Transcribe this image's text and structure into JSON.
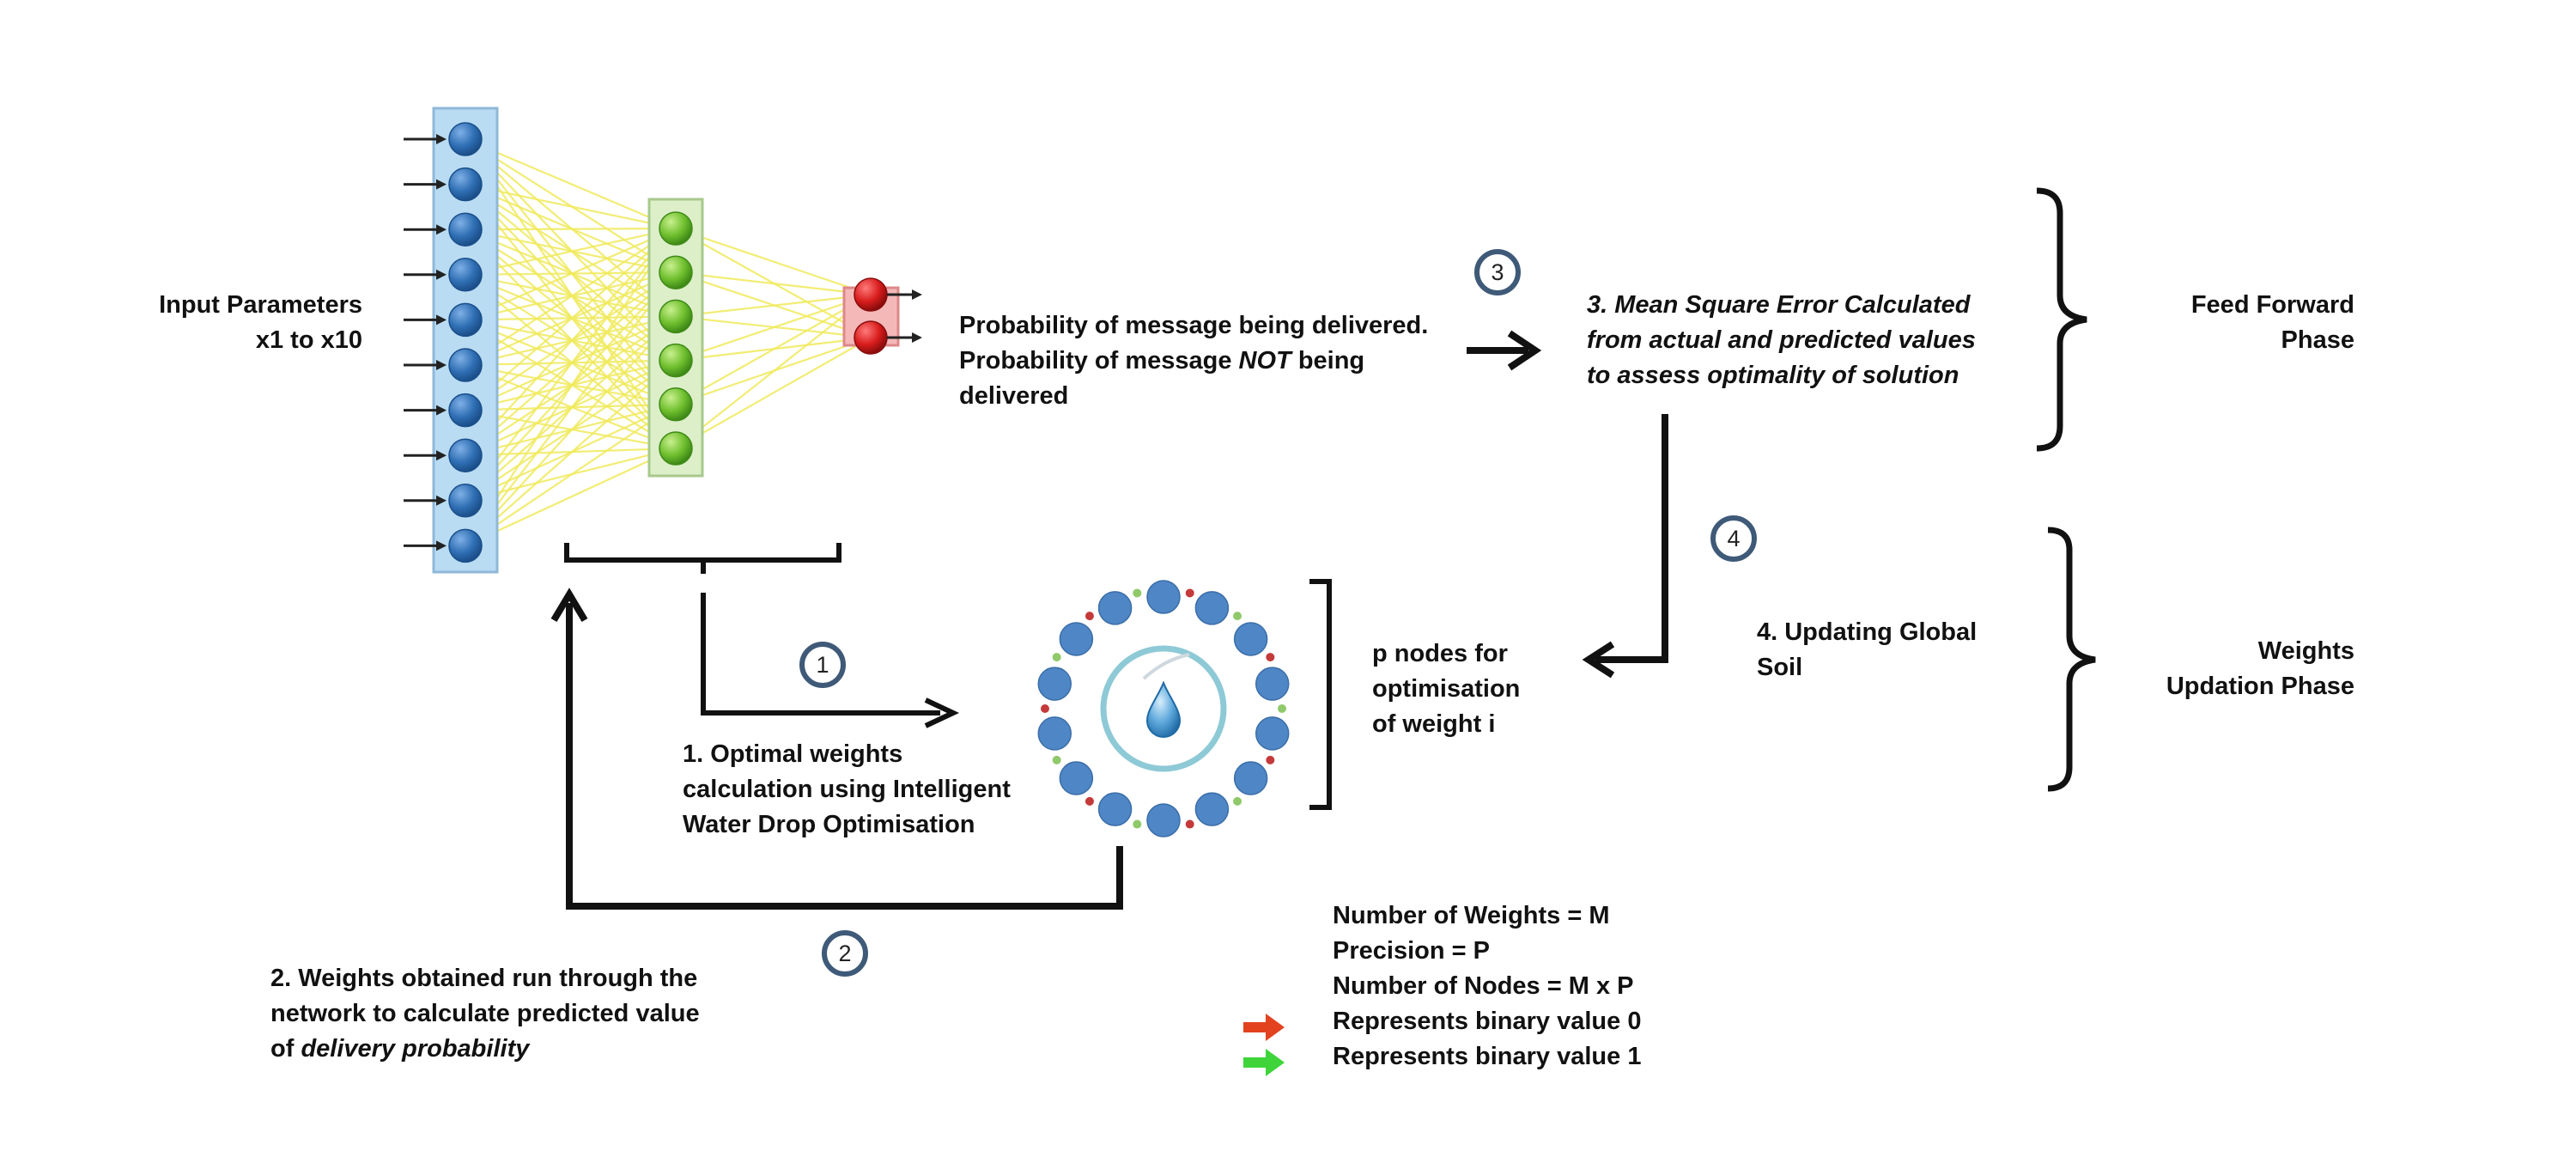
{
  "input": {
    "line1": "Input Parameters",
    "line2": "x1 to x10",
    "node_count": 10
  },
  "hidden": {
    "node_count": 6
  },
  "output": {
    "node_count": 2,
    "line1": "Probability of message being delivered.",
    "line2_pre": "Probability of message ",
    "line2_ital": "NOT",
    "line2_post": " being",
    "line3": "delivered"
  },
  "steps": [
    {
      "badge": "1",
      "lines": [
        "1. Optimal weights",
        "calculation using Intelligent",
        "Water Drop Optimisation"
      ]
    },
    {
      "badge": "2",
      "line1": "2. Weights obtained run through the",
      "line2": "network to calculate predicted value",
      "line3_pre": "of ",
      "line3_ital": "delivery probability"
    },
    {
      "badge": "3",
      "lines": [
        "3. Mean Square Error Calculated",
        "from actual and predicted values",
        "to assess optimality of solution"
      ]
    },
    {
      "badge": "4",
      "lines": [
        "4. Updating Global",
        "Soil"
      ]
    }
  ],
  "p_nodes": {
    "lines": [
      "p nodes for",
      "optimisation",
      "of weight i"
    ]
  },
  "phases": {
    "feed_forward": [
      "Feed Forward",
      "Phase"
    ],
    "weights_update": [
      "Weights",
      "Updation Phase"
    ]
  },
  "legend": {
    "lines": [
      "Number of Weights = M",
      "Precision = P",
      "Number of Nodes = M x P"
    ],
    "red_label": "Represents binary value 0",
    "green_label": "Represents binary value 1"
  },
  "colors": {
    "input_panel": "#b9dcf3",
    "input_node": "#2f6fb4",
    "hidden_panel": "#dcefc9",
    "hidden_node": "#6fbf2e",
    "output_panel": "#f4b8b8",
    "output_node": "#d81c1c",
    "connection": "#f0ea5c",
    "ring_node": "#4f86c6",
    "arrow_red": "#e2431e",
    "arrow_green": "#3fd43a"
  }
}
